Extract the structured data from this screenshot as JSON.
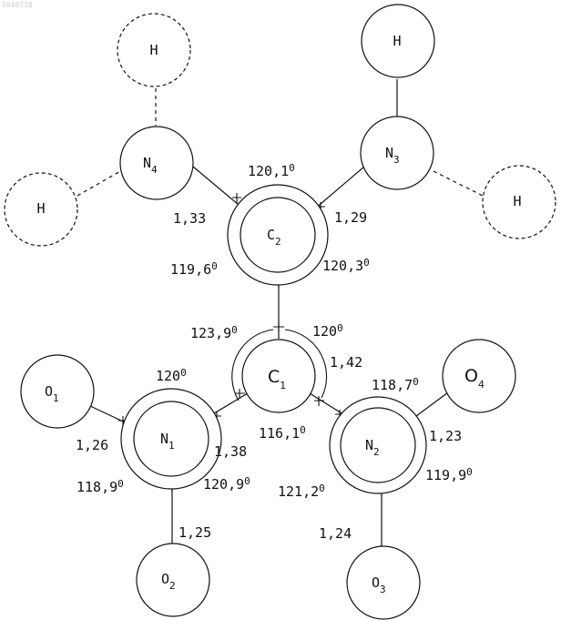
{
  "watermark": "1640718",
  "atoms": {
    "h_top_left": {
      "sym": "H"
    },
    "h_top_right": {
      "sym": "H"
    },
    "h_mid_left": {
      "sym": "H"
    },
    "h_mid_right": {
      "sym": "H"
    },
    "n4": {
      "sym": "N",
      "idx": "4"
    },
    "n3": {
      "sym": "N",
      "idx": "3"
    },
    "c2": {
      "sym": "C",
      "idx": "2"
    },
    "c1": {
      "sym": "C",
      "idx": "1"
    },
    "n1": {
      "sym": "N",
      "idx": "1"
    },
    "n2": {
      "sym": "N",
      "idx": "2"
    },
    "o1": {
      "sym": "O",
      "idx": "1"
    },
    "o2": {
      "sym": "O",
      "idx": "2"
    },
    "o3": {
      "sym": "O",
      "idx": "3"
    },
    "o4": {
      "sym": "O",
      "idx": "4"
    }
  },
  "bond_lengths": {
    "n4_c2": "1,33",
    "n3_c2": "1,29",
    "c1_n2": "1,42",
    "n1_c1": "1,38",
    "o1_n1": "1,26",
    "n1_o2": "1,25",
    "n2_o4": "1,23",
    "n2_o3": "1,24"
  },
  "angles": {
    "c2_top": {
      "v": "120,1",
      "s": "0"
    },
    "c2_left": {
      "v": "119,6",
      "s": "0"
    },
    "c2_right": {
      "v": "120,3",
      "s": "0"
    },
    "c1_left": {
      "v": "123,9",
      "s": "0"
    },
    "c1_right": {
      "v": "120",
      "s": "0"
    },
    "c1_bottom": {
      "v": "116,1",
      "s": "0"
    },
    "n1_top": {
      "v": "120",
      "s": "0"
    },
    "n1_left": {
      "v": "118,9",
      "s": "0"
    },
    "n1_right": {
      "v": "120,9",
      "s": "0"
    },
    "n2_top": {
      "v": "118,7",
      "s": "0"
    },
    "n2_left": {
      "v": "121,2",
      "s": "0"
    },
    "n2_right": {
      "v": "119,9",
      "s": "0"
    }
  }
}
